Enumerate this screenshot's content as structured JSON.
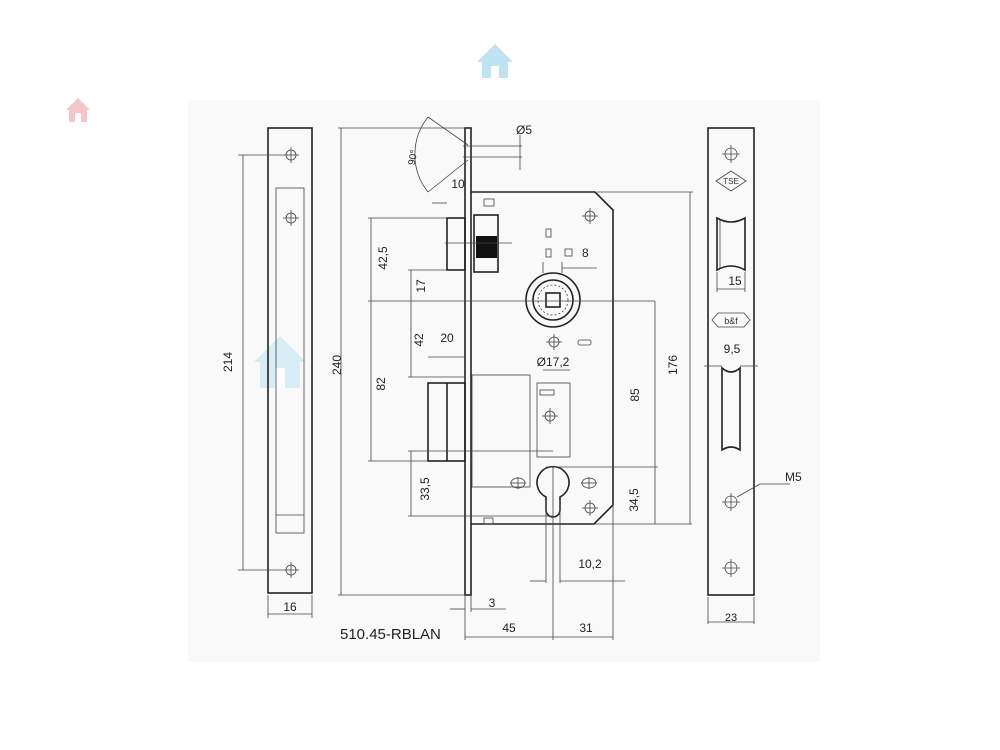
{
  "drawing": {
    "model": "510.45-RBLAN",
    "dimensions": {
      "d_screw": "Ø5",
      "angle": "90°",
      "d10": "10",
      "d42_5": "42,5",
      "d17": "17",
      "d8": "8",
      "d42": "42",
      "d20": "20",
      "d_spindle": "Ø17,2",
      "d82": "82",
      "d240": "240",
      "d214": "214",
      "d176": "176",
      "d85": "85",
      "d33_5": "33,5",
      "d34_5": "34,5",
      "d10_2": "10,2",
      "d3": "3",
      "d45": "45",
      "d31": "31",
      "d16": "16",
      "d15": "15",
      "d9_5": "9,5",
      "m5": "M5",
      "d23": "23"
    },
    "logos": [
      "TSE",
      "b&f"
    ]
  },
  "watermark": {
    "icon": "house-icon",
    "colors": [
      "#bfe3f2",
      "#f4c6cc"
    ]
  }
}
